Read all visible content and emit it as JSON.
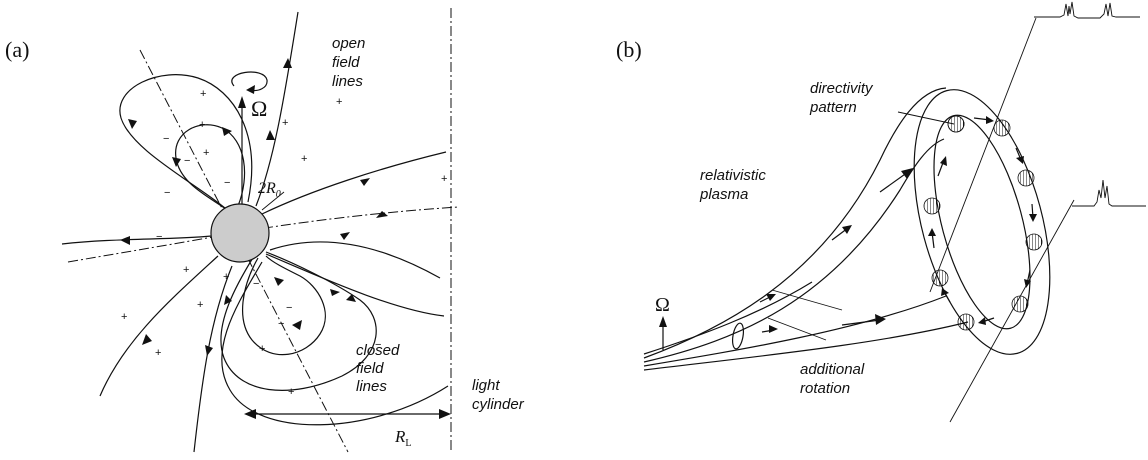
{
  "panel_a": {
    "label": "(a)",
    "omega": "Ω",
    "open_field_lines": [
      "open",
      "field",
      "lines"
    ],
    "closed_field_lines": [
      "closed",
      "field",
      "lines"
    ],
    "two_r0": "2R",
    "two_r0_sub": "0",
    "rl": "R",
    "rl_sub": "L",
    "light_cylinder": [
      "light",
      "cylinder"
    ],
    "plus": "+",
    "minus": "−"
  },
  "panel_b": {
    "label": "(b)",
    "omega": "Ω",
    "directivity_pattern": [
      "directivity",
      "pattern"
    ],
    "relativistic_plasma": [
      "relativistic",
      "plasma"
    ],
    "additional_rotation": [
      "additional",
      "rotation"
    ]
  },
  "colors": {
    "star_fill": "#cccccc",
    "ink": "#111111"
  }
}
